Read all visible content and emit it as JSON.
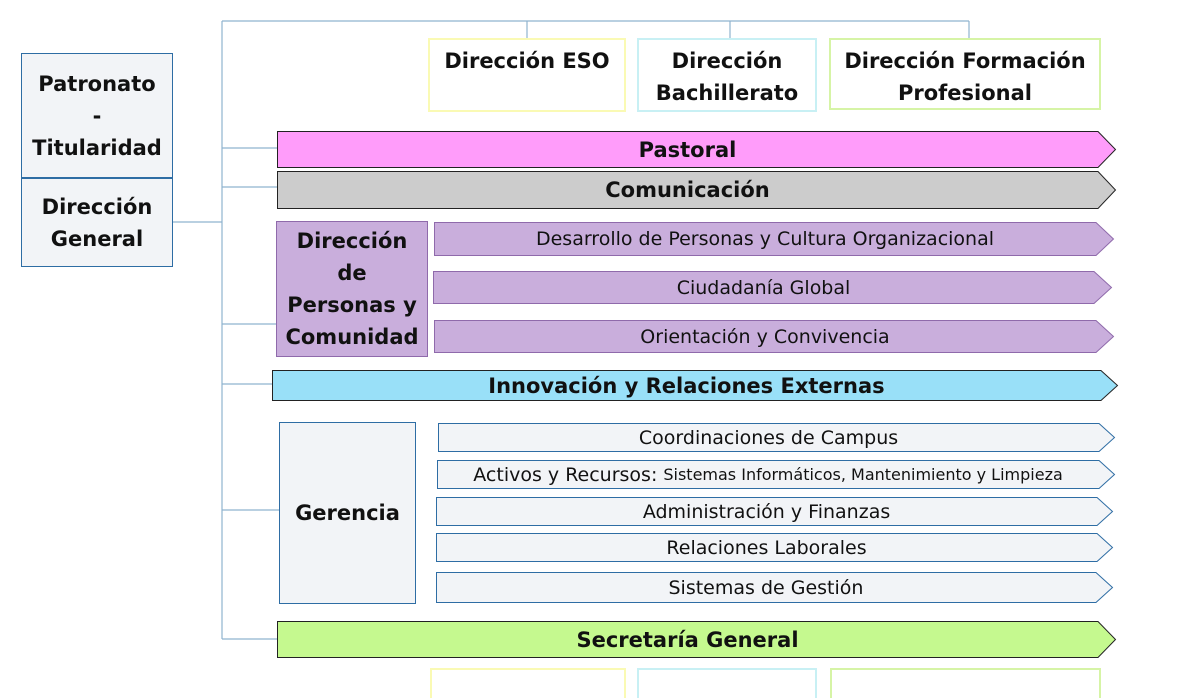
{
  "top_boxes": {
    "patronato": [
      "Patronato",
      "-",
      "Titularidad"
    ],
    "direccion_general": [
      "Dirección",
      "General"
    ]
  },
  "directions": {
    "eso": [
      "Dirección ESO"
    ],
    "bachillerato": [
      "Dirección",
      "Bachillerato"
    ],
    "fp": [
      "Dirección Formación",
      "Profesional"
    ]
  },
  "bands": {
    "pastoral": "Pastoral",
    "comunicacion": "Comunicación",
    "innovacion": "Innovación y Relaciones Externas",
    "secretaria": "Secretaría General"
  },
  "personas": {
    "title": [
      "Dirección",
      "de",
      "Personas y",
      "Comunidad"
    ],
    "items": [
      "Desarrollo de Personas y Cultura Organizacional",
      "Ciudadanía Global",
      "Orientación y Convivencia"
    ]
  },
  "gerencia": {
    "title": "Gerencia",
    "item_campus": "Coordinaciones de Campus",
    "item_activos": "Activos y Recursos:",
    "item_activos_detail": "Sistemas Informáticos, Mantenimiento y Limpieza",
    "item_admin": "Administración y Finanzas",
    "item_laborales": "Relaciones Laborales",
    "item_gestion": "Sistemas de Gestión"
  },
  "colors": {
    "pastoral": "#ff9cfa",
    "comunicacion": "#cccccc",
    "personas": "#c9aedc",
    "innovacion": "#99e0f8",
    "gerencia": "#f2f4f7",
    "secretaria": "#c5f98f",
    "connector": "#8fb3cf"
  }
}
